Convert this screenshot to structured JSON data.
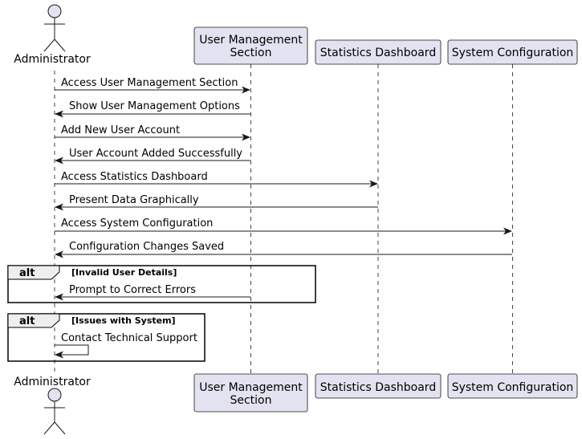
{
  "diagram": {
    "type": "sequence",
    "participants": [
      {
        "id": "admin",
        "label": "Administrator",
        "kind": "actor"
      },
      {
        "id": "ums",
        "label_lines": [
          "User Management",
          "Section"
        ],
        "kind": "participant"
      },
      {
        "id": "stats",
        "label_lines": [
          "Statistics Dashboard"
        ],
        "kind": "participant"
      },
      {
        "id": "config",
        "label_lines": [
          "System Configuration"
        ],
        "kind": "participant"
      }
    ],
    "messages": [
      {
        "from": "admin",
        "to": "ums",
        "label": "Access User Management Section"
      },
      {
        "from": "ums",
        "to": "admin",
        "label": "Show User Management Options"
      },
      {
        "from": "admin",
        "to": "ums",
        "label": "Add New User Account"
      },
      {
        "from": "ums",
        "to": "admin",
        "label": "User Account Added Successfully"
      },
      {
        "from": "admin",
        "to": "stats",
        "label": "Access Statistics Dashboard"
      },
      {
        "from": "stats",
        "to": "admin",
        "label": "Present Data Graphically"
      },
      {
        "from": "admin",
        "to": "config",
        "label": "Access System Configuration"
      },
      {
        "from": "config",
        "to": "admin",
        "label": "Configuration Changes Saved"
      }
    ],
    "alt_blocks": [
      {
        "keyword": "alt",
        "guard": "[Invalid User Details]",
        "messages": [
          {
            "from": "ums",
            "to": "admin",
            "label": "Prompt to Correct Errors"
          }
        ]
      },
      {
        "keyword": "alt",
        "guard": "[Issues with System]",
        "messages": [
          {
            "from": "admin",
            "to": "admin",
            "label": "Contact Technical Support"
          }
        ]
      }
    ]
  }
}
